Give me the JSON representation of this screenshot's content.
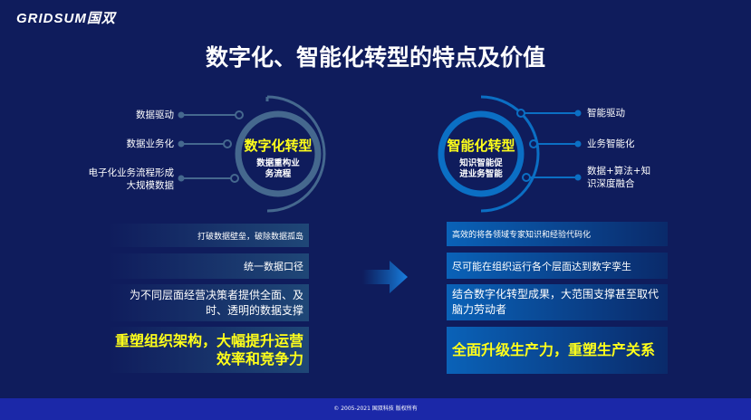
{
  "logo": "GRIDSUM国双",
  "title": "数字化、智能化转型的特点及价值",
  "left": {
    "heading": "数字化转型",
    "subtitle": "数据重构业务流程",
    "points": [
      "数据驱动",
      "数据业务化",
      "电子化业务流程形成大规模数据"
    ],
    "boxes": [
      "打破数据壁垒，破除数据孤岛",
      "统一数据口径",
      "为不同层面经营决策者提供全面、及时、透明的数据支撑",
      "重塑组织架构，大幅提升运营效率和竞争力"
    ]
  },
  "right": {
    "heading": "智能化转型",
    "subtitle": "知识智能促进业务智能",
    "points": [
      "智能驱动",
      "业务智能化",
      "数据+算法+知识深度融合"
    ],
    "boxes": [
      "高效的将各领域专家知识和经验代码化",
      "尽可能在组织运行各个层面达到数字孪生",
      "结合数字化转型成果，大范围支撑甚至取代脑力劳动者",
      "全面升级生产力，重塑生产关系"
    ]
  },
  "footer": "© 2005-2021 国双科技 版权所有",
  "colors": {
    "background": "#0f1c5c",
    "left_ring": "#45688e",
    "right_ring": "#0b6fc4",
    "highlight": "#ffff1a",
    "footer": "#1b28a8"
  }
}
